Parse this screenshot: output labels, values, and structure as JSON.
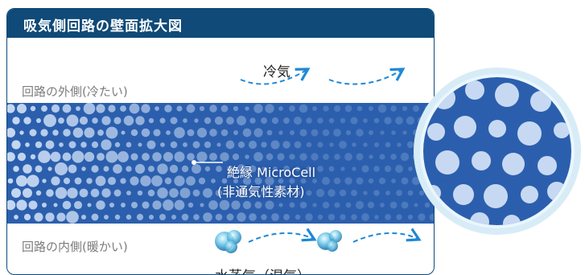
{
  "title": "吸気側回路の壁面拡大図",
  "outer_label": "回路の外側(冷たい)",
  "inner_label": "回路の内側(暖かい)",
  "cold_air_label": "冷気",
  "vapor_label": "水蒸気（湿気）",
  "material_label_1": "絶縁 MicroCell",
  "material_label_2": "(非通気性素材)",
  "colors": {
    "title_bar": "#0f4a78",
    "band": "#2b5fae",
    "bubble": "#c7d9f2",
    "arrow": "#1e88d6"
  },
  "icons": [
    "dashed-arrow-icon",
    "water-droplet-icon",
    "magnifier-circle"
  ]
}
